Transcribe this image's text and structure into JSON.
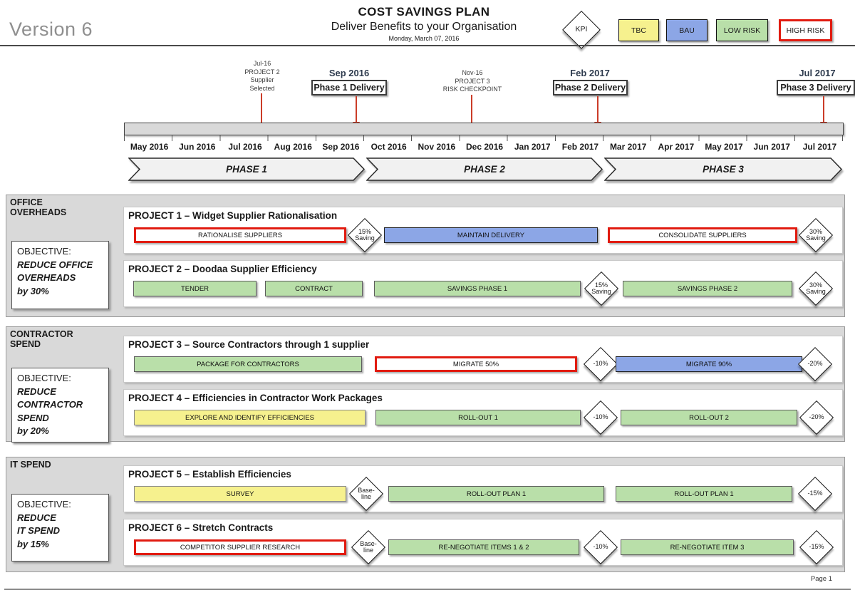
{
  "header": {
    "version": "Version 6",
    "title": "COST SAVINGS PLAN",
    "subtitle": "Deliver Benefits to your Organisation",
    "date": "Monday, March 07, 2016",
    "kpi_label": "KPI",
    "legend": [
      {
        "label": "TBC",
        "color": "#F6F18E"
      },
      {
        "label": "BAU",
        "color": "#8CA6E6"
      },
      {
        "label": "LOW RISK",
        "color": "#B9DFA9"
      },
      {
        "label": "HIGH RISK",
        "color": "#FFFFFF",
        "border": "#E11B10"
      }
    ]
  },
  "icons": {
    "milestone_x": "✕"
  },
  "colors": {
    "lane_bg": "#D9D9D9",
    "tbc": "#F6F18E",
    "bau": "#8CA6E6",
    "low_risk": "#B9DFA9",
    "high_risk_border": "#E11B10",
    "marker_red": "#CB3C28"
  },
  "timeline": {
    "milestones": [
      {
        "type": "checkpoint-x",
        "date": "Jul-16",
        "lines": [
          "PROJECT 2",
          "Supplier",
          "Selected"
        ]
      },
      {
        "type": "delivery-arrow",
        "date": "Sep 2016",
        "label": "Phase 1 Delivery"
      },
      {
        "type": "checkpoint-x",
        "date": "Nov-16",
        "lines": [
          "PROJECT 3",
          "RISK CHECKPOINT"
        ]
      },
      {
        "type": "delivery-arrow",
        "date": "Feb 2017",
        "label": "Phase 2 Delivery"
      },
      {
        "type": "delivery-arrow",
        "date": "Jul 2017",
        "label": "Phase 3 Delivery"
      }
    ],
    "months": [
      "May 2016",
      "Jun 2016",
      "Jul 2016",
      "Aug 2016",
      "Sep 2016",
      "Oct 2016",
      "Nov 2016",
      "Dec 2016",
      "Jan 2017",
      "Feb 2017",
      "Mar 2017",
      "Apr 2017",
      "May 2017",
      "Jun 2017",
      "Jul 2017"
    ],
    "phases": [
      "PHASE 1",
      "PHASE 2",
      "PHASE 3"
    ]
  },
  "lanes": [
    {
      "title_lines": [
        "OFFICE",
        "OVERHEADS"
      ],
      "objective": {
        "heading": "OBJECTIVE:",
        "lines": [
          "REDUCE OFFICE",
          "OVERHEADS",
          "by 30%"
        ]
      },
      "projects": [
        {
          "title": "PROJECT 1 – Widget Supplier Rationalisation",
          "items": [
            {
              "kind": "bar",
              "style": "high-risk",
              "label": "RATIONALISE SUPPLIERS"
            },
            {
              "kind": "diamond",
              "lines": [
                "15%",
                "Saving"
              ]
            },
            {
              "kind": "bar",
              "style": "bau",
              "label": "MAINTAIN DELIVERY"
            },
            {
              "kind": "bar",
              "style": "high-risk",
              "label": "CONSOLIDATE SUPPLIERS"
            },
            {
              "kind": "diamond",
              "lines": [
                "30%",
                "Saving"
              ]
            }
          ]
        },
        {
          "title": "PROJECT 2 – Doodaa Supplier Efficiency",
          "items": [
            {
              "kind": "bar",
              "style": "low-risk",
              "label": "TENDER"
            },
            {
              "kind": "bar",
              "style": "low-risk",
              "label": "CONTRACT"
            },
            {
              "kind": "bar",
              "style": "low-risk",
              "label": "SAVINGS PHASE 1"
            },
            {
              "kind": "diamond",
              "lines": [
                "15%",
                "Saving"
              ]
            },
            {
              "kind": "bar",
              "style": "low-risk",
              "label": "SAVINGS PHASE 2"
            },
            {
              "kind": "diamond",
              "lines": [
                "30%",
                "Saving"
              ]
            }
          ]
        }
      ]
    },
    {
      "title_lines": [
        "CONTRACTOR",
        "SPEND"
      ],
      "objective": {
        "heading": "OBJECTIVE:",
        "lines": [
          "REDUCE",
          "CONTRACTOR",
          "SPEND",
          "by 20%"
        ]
      },
      "projects": [
        {
          "title": "PROJECT 3 – Source Contractors through 1 supplier",
          "items": [
            {
              "kind": "bar",
              "style": "low-risk",
              "label": "PACKAGE FOR CONTRACTORS"
            },
            {
              "kind": "bar",
              "style": "high-risk",
              "label": "MIGRATE 50%"
            },
            {
              "kind": "diamond",
              "lines": [
                "-10%"
              ]
            },
            {
              "kind": "bar",
              "style": "bau",
              "label": "MIGRATE 90%"
            },
            {
              "kind": "diamond",
              "lines": [
                "-20%"
              ]
            }
          ]
        },
        {
          "title": "PROJECT 4 – Efficiencies in Contractor Work Packages",
          "items": [
            {
              "kind": "bar",
              "style": "tbc",
              "label": "EXPLORE AND IDENTIFY EFFICIENCIES"
            },
            {
              "kind": "bar",
              "style": "low-risk",
              "label": "ROLL-OUT 1"
            },
            {
              "kind": "diamond",
              "lines": [
                "-10%"
              ]
            },
            {
              "kind": "bar",
              "style": "low-risk",
              "label": "ROLL-OUT 2"
            },
            {
              "kind": "diamond",
              "lines": [
                "-20%"
              ]
            }
          ]
        }
      ]
    },
    {
      "title_lines": [
        "IT SPEND"
      ],
      "objective": {
        "heading": "OBJECTIVE:",
        "lines": [
          "REDUCE",
          "IT SPEND",
          "by 15%"
        ]
      },
      "projects": [
        {
          "title": "PROJECT 5 – Establish Efficiencies",
          "items": [
            {
              "kind": "bar",
              "style": "tbc",
              "label": "SURVEY"
            },
            {
              "kind": "diamond",
              "lines": [
                "Base-",
                "line"
              ]
            },
            {
              "kind": "bar",
              "style": "low-risk",
              "label": "ROLL-OUT PLAN 1"
            },
            {
              "kind": "bar",
              "style": "low-risk",
              "label": "ROLL-OUT PLAN 1"
            },
            {
              "kind": "diamond",
              "lines": [
                "-15%"
              ]
            }
          ]
        },
        {
          "title": "PROJECT 6 – Stretch Contracts",
          "items": [
            {
              "kind": "bar",
              "style": "high-risk",
              "label": "COMPETITOR SUPPLIER RESEARCH"
            },
            {
              "kind": "diamond",
              "lines": [
                "Base-",
                "line"
              ]
            },
            {
              "kind": "bar",
              "style": "low-risk",
              "label": "RE-NEGOTIATE ITEMS 1 & 2"
            },
            {
              "kind": "diamond",
              "lines": [
                "-10%"
              ]
            },
            {
              "kind": "bar",
              "style": "low-risk",
              "label": "RE-NEGOTIATE ITEM 3"
            },
            {
              "kind": "diamond",
              "lines": [
                "-15%"
              ]
            }
          ]
        }
      ]
    }
  ],
  "footer": {
    "page": "Page 1"
  }
}
